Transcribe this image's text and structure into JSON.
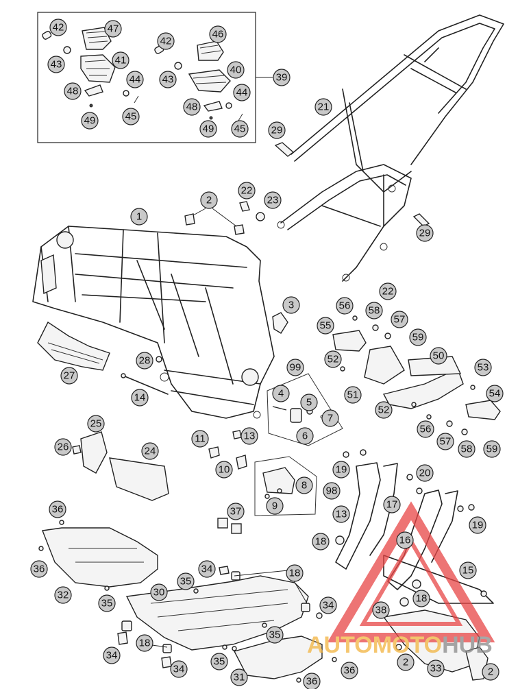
{
  "callouts": [
    {
      "id": "c42a",
      "label": "42"
    },
    {
      "id": "c47",
      "label": "47"
    },
    {
      "id": "c43a",
      "label": "43"
    },
    {
      "id": "c41",
      "label": "41"
    },
    {
      "id": "c48a",
      "label": "48"
    },
    {
      "id": "c44a",
      "label": "44"
    },
    {
      "id": "c49a",
      "label": "49"
    },
    {
      "id": "c45a",
      "label": "45"
    },
    {
      "id": "c42b",
      "label": "42"
    },
    {
      "id": "c46",
      "label": "46"
    },
    {
      "id": "c43b",
      "label": "43"
    },
    {
      "id": "c40",
      "label": "40"
    },
    {
      "id": "c39",
      "label": "39"
    },
    {
      "id": "c44b",
      "label": "44"
    },
    {
      "id": "c48b",
      "label": "48"
    },
    {
      "id": "c49b",
      "label": "49"
    },
    {
      "id": "c45b",
      "label": "45"
    },
    {
      "id": "c21",
      "label": "21"
    },
    {
      "id": "c29a",
      "label": "29"
    },
    {
      "id": "c22a",
      "label": "22"
    },
    {
      "id": "c23",
      "label": "23"
    },
    {
      "id": "c2a",
      "label": "2"
    },
    {
      "id": "c1",
      "label": "1"
    },
    {
      "id": "c29b",
      "label": "29"
    },
    {
      "id": "c22b",
      "label": "22"
    },
    {
      "id": "c3",
      "label": "3"
    },
    {
      "id": "c56a",
      "label": "56"
    },
    {
      "id": "c58a",
      "label": "58"
    },
    {
      "id": "c57a",
      "label": "57"
    },
    {
      "id": "c55",
      "label": "55"
    },
    {
      "id": "c59a",
      "label": "59"
    },
    {
      "id": "c50",
      "label": "50"
    },
    {
      "id": "c27",
      "label": "27"
    },
    {
      "id": "c28",
      "label": "28"
    },
    {
      "id": "c52a",
      "label": "52"
    },
    {
      "id": "c53",
      "label": "53"
    },
    {
      "id": "c99",
      "label": "99"
    },
    {
      "id": "c4",
      "label": "4"
    },
    {
      "id": "c5",
      "label": "5"
    },
    {
      "id": "c7",
      "label": "7"
    },
    {
      "id": "c51",
      "label": "51"
    },
    {
      "id": "c54",
      "label": "54"
    },
    {
      "id": "c14",
      "label": "14"
    },
    {
      "id": "c6",
      "label": "6"
    },
    {
      "id": "c52b",
      "label": "52"
    },
    {
      "id": "c25",
      "label": "25"
    },
    {
      "id": "c56b",
      "label": "56"
    },
    {
      "id": "c11",
      "label": "11"
    },
    {
      "id": "c13a",
      "label": "13"
    },
    {
      "id": "c57b",
      "label": "57"
    },
    {
      "id": "c58b",
      "label": "58"
    },
    {
      "id": "c59b",
      "label": "59"
    },
    {
      "id": "c26",
      "label": "26"
    },
    {
      "id": "c24",
      "label": "24"
    },
    {
      "id": "c10",
      "label": "10"
    },
    {
      "id": "c19a",
      "label": "19"
    },
    {
      "id": "c20",
      "label": "20"
    },
    {
      "id": "c8",
      "label": "8"
    },
    {
      "id": "c98",
      "label": "98"
    },
    {
      "id": "c9",
      "label": "9"
    },
    {
      "id": "c17",
      "label": "17"
    },
    {
      "id": "c36a",
      "label": "36"
    },
    {
      "id": "c37",
      "label": "37"
    },
    {
      "id": "c13b",
      "label": "13"
    },
    {
      "id": "c19b",
      "label": "19"
    },
    {
      "id": "c16",
      "label": "16"
    },
    {
      "id": "c18a",
      "label": "18"
    },
    {
      "id": "c36b",
      "label": "36"
    },
    {
      "id": "c34a",
      "label": "34"
    },
    {
      "id": "c18b",
      "label": "18"
    },
    {
      "id": "c15",
      "label": "15"
    },
    {
      "id": "c32",
      "label": "32"
    },
    {
      "id": "c35a",
      "label": "35"
    },
    {
      "id": "c30",
      "label": "30"
    },
    {
      "id": "c35b",
      "label": "35"
    },
    {
      "id": "c34b",
      "label": "34"
    },
    {
      "id": "c38",
      "label": "38"
    },
    {
      "id": "c18c",
      "label": "18"
    },
    {
      "id": "c18d",
      "label": "18"
    },
    {
      "id": "c35c",
      "label": "35"
    },
    {
      "id": "c34c",
      "label": "34"
    },
    {
      "id": "c35d",
      "label": "35"
    },
    {
      "id": "c36c",
      "label": "36"
    },
    {
      "id": "c2b",
      "label": "2"
    },
    {
      "id": "c33",
      "label": "33"
    },
    {
      "id": "c2c",
      "label": "2"
    },
    {
      "id": "c34d",
      "label": "34"
    },
    {
      "id": "c31",
      "label": "31"
    },
    {
      "id": "c36d",
      "label": "36"
    }
  ],
  "watermark": {
    "prefix": "AUTO",
    "middle": "MOTO",
    "suffix": "HUB",
    "color_prefix": "#f2b440",
    "color_middle": "#f2b440",
    "color_suffix": "#8a8a8a",
    "triangle_color": "#e84646"
  },
  "colors": {
    "callout_fill": "#c9c9c9",
    "line": "#222222"
  }
}
